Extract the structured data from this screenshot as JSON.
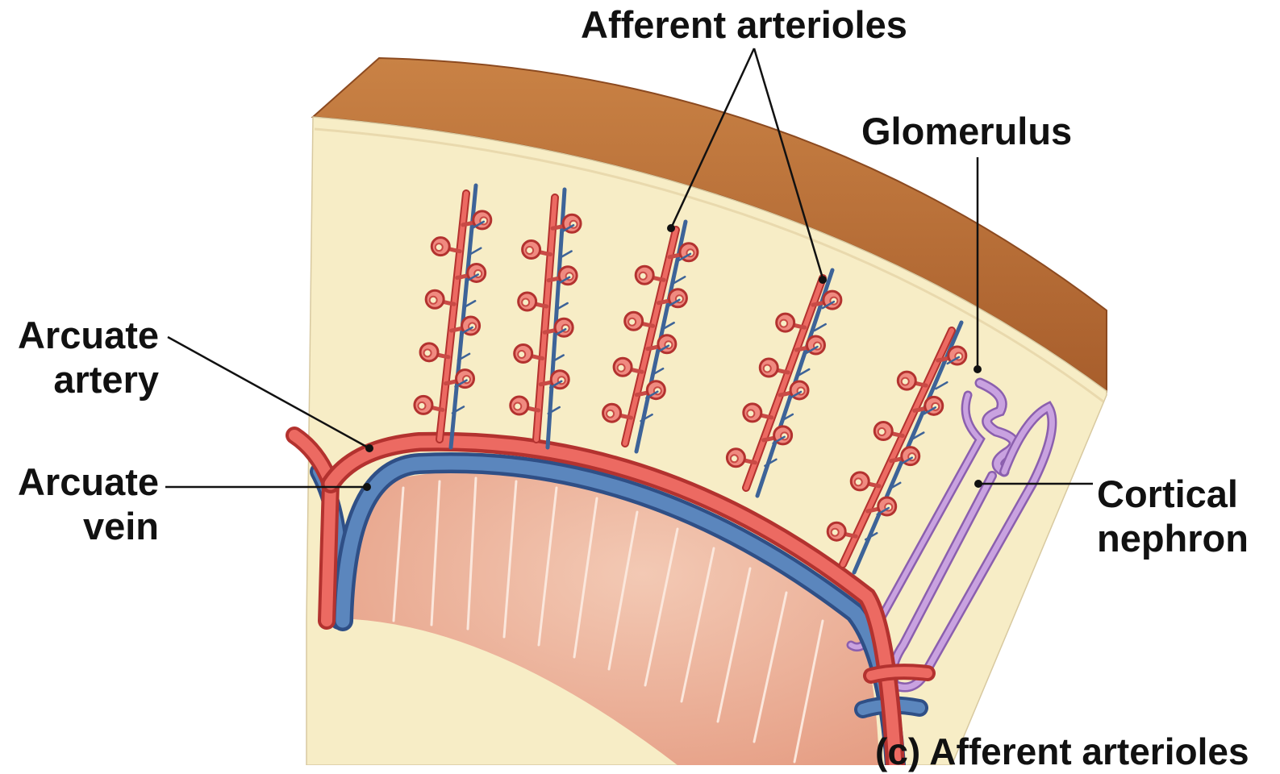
{
  "labels": {
    "afferent_arterioles": "Afferent arterioles",
    "glomerulus": "Glomerulus",
    "arcuate_artery": [
      "Arcuate",
      "artery"
    ],
    "arcuate_vein": [
      "Arcuate",
      "vein"
    ],
    "cortical_nephron": [
      "Cortical",
      "nephron"
    ],
    "caption": "(c) Afferent arterioles"
  },
  "colors": {
    "capsule": "#b86a35",
    "cortex": "#f7edc6",
    "medulla": "#efb79f",
    "artery": "#e4504c",
    "vein": "#4a74aa",
    "nephron": "#b58ad0"
  }
}
